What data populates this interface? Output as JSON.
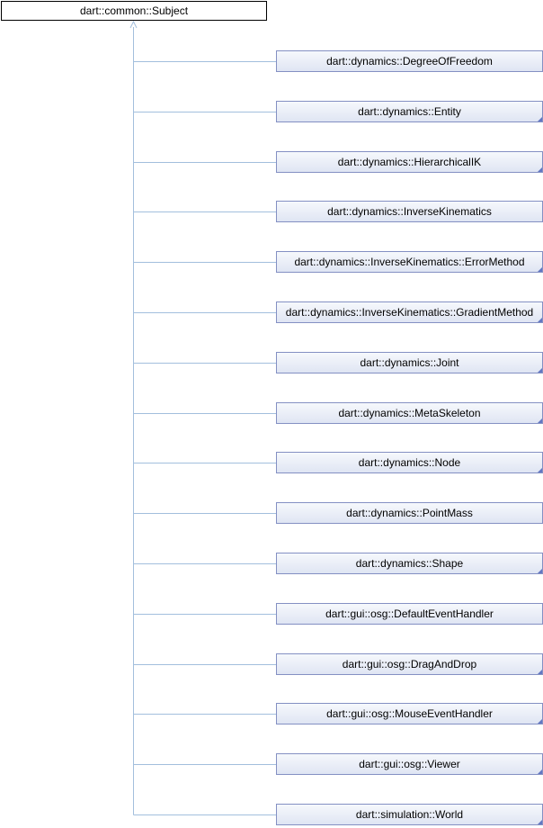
{
  "diagram": {
    "root": {
      "label": "dart::common::Subject"
    },
    "children": [
      {
        "label": "dart::dynamics::DegreeOfFreedom",
        "has_corner": false
      },
      {
        "label": "dart::dynamics::Entity",
        "has_corner": true
      },
      {
        "label": "dart::dynamics::HierarchicalIK",
        "has_corner": true
      },
      {
        "label": "dart::dynamics::InverseKinematics",
        "has_corner": false
      },
      {
        "label": "dart::dynamics::InverseKinematics::ErrorMethod",
        "has_corner": true
      },
      {
        "label": "dart::dynamics::InverseKinematics::GradientMethod",
        "has_corner": true
      },
      {
        "label": "dart::dynamics::Joint",
        "has_corner": true
      },
      {
        "label": "dart::dynamics::MetaSkeleton",
        "has_corner": true
      },
      {
        "label": "dart::dynamics::Node",
        "has_corner": true
      },
      {
        "label": "dart::dynamics::PointMass",
        "has_corner": false
      },
      {
        "label": "dart::dynamics::Shape",
        "has_corner": true
      },
      {
        "label": "dart::gui::osg::DefaultEventHandler",
        "has_corner": false
      },
      {
        "label": "dart::gui::osg::DragAndDrop",
        "has_corner": true
      },
      {
        "label": "dart::gui::osg::MouseEventHandler",
        "has_corner": true
      },
      {
        "label": "dart::gui::osg::Viewer",
        "has_corner": true
      },
      {
        "label": "dart::simulation::World",
        "has_corner": true
      }
    ],
    "colors": {
      "edge": "#a3bfdd",
      "node_border": "#8490c3",
      "corner": "#6277c2",
      "root_border": "#000000"
    }
  }
}
